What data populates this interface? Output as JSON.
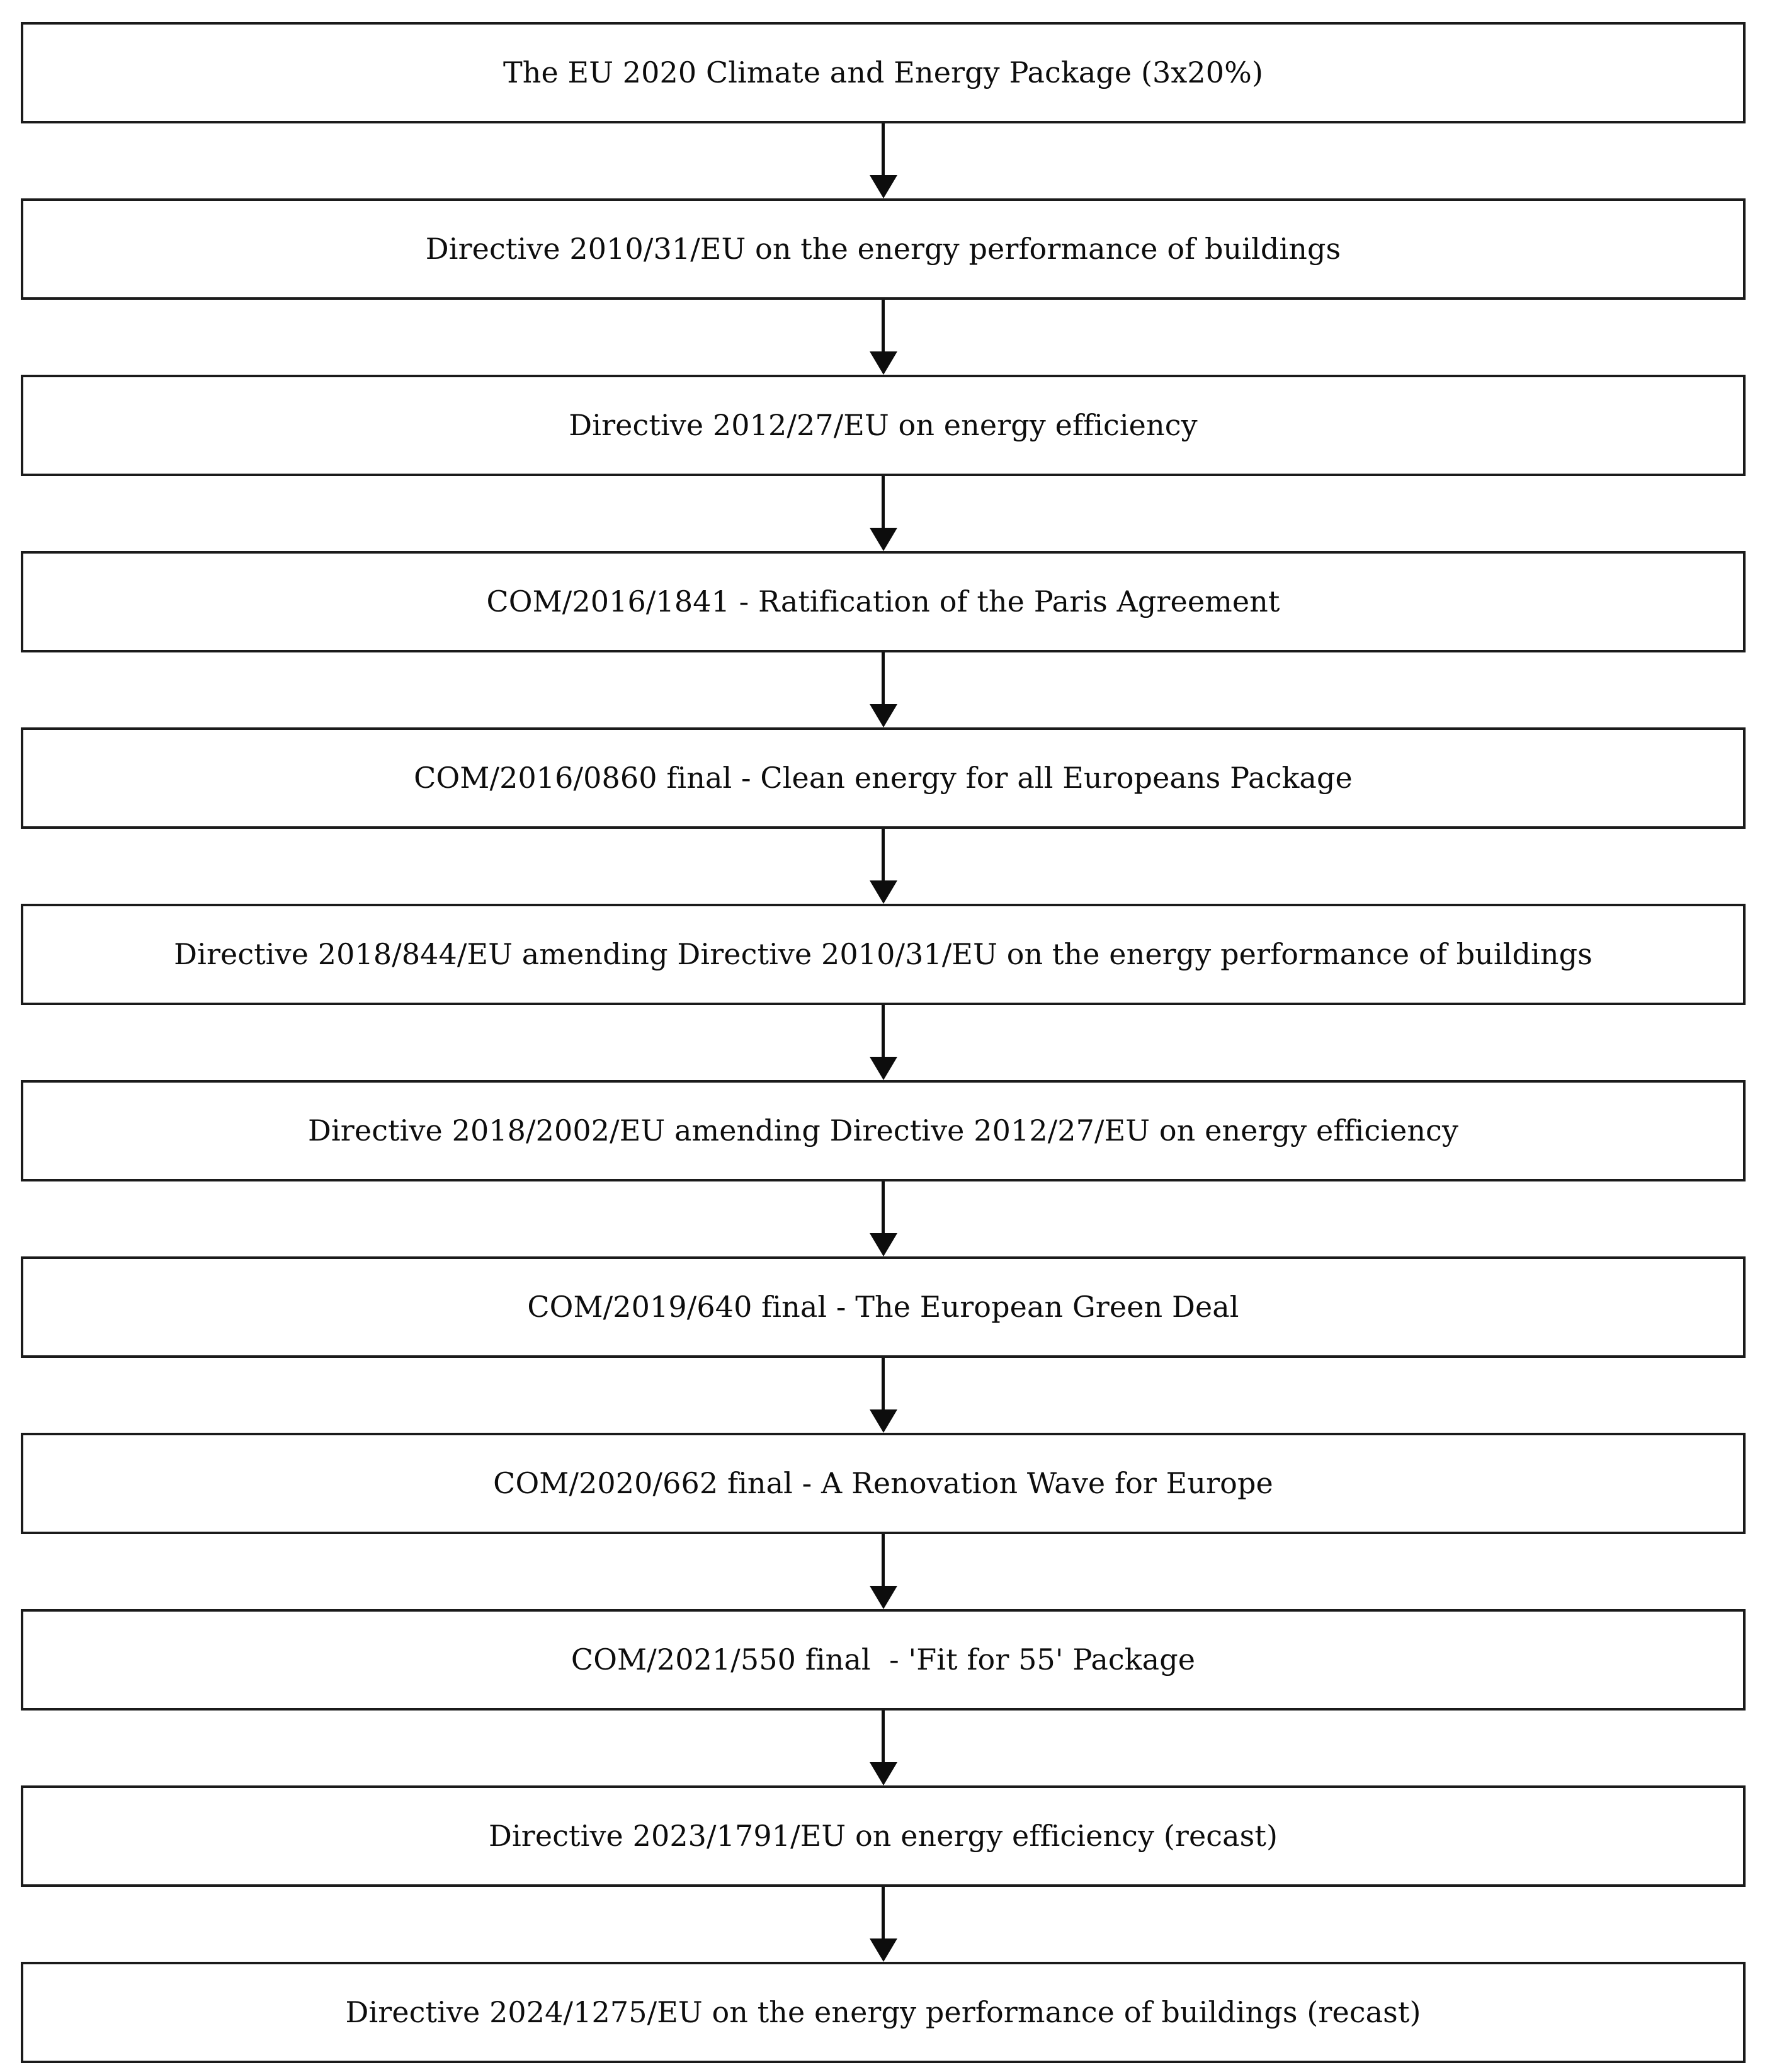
{
  "figure": {
    "type": "flowchart",
    "orientation": "vertical",
    "title": "EU climate and energy legislation timeline",
    "node_count": 12,
    "arrow_count": 11,
    "colors": {
      "box_border": "#1b1b1b",
      "box_fill": "#ffffff",
      "text": "#0d0d0d",
      "arrow": "#0d0d0d",
      "background": "#ffffff"
    }
  },
  "nodes": [
    {
      "id": "node-1",
      "label": "The EU 2020 Climate and Energy Package (3x20%)"
    },
    {
      "id": "node-2",
      "label": "Directive 2010/31/EU on the energy performance of buildings"
    },
    {
      "id": "node-3",
      "label": "Directive 2012/27/EU on energy efficiency"
    },
    {
      "id": "node-4",
      "label": "COM/2016/1841 - Ratification of the Paris Agreement"
    },
    {
      "id": "node-5",
      "label": "COM/2016/0860 final - Clean energy for all Europeans Package"
    },
    {
      "id": "node-6",
      "label": "Directive 2018/844/EU amending Directive 2010/31/EU on the energy performance of buildings"
    },
    {
      "id": "node-7",
      "label": "Directive 2018/2002/EU amending Directive 2012/27/EU on energy efficiency"
    },
    {
      "id": "node-8",
      "label": "COM/2019/640 final - The European Green Deal"
    },
    {
      "id": "node-9",
      "label": "COM/2020/662 final - A Renovation Wave for Europe"
    },
    {
      "id": "node-10",
      "label": "COM/2021/550 final  - 'Fit for 55' Package"
    },
    {
      "id": "node-11",
      "label": "Directive 2023/1791/EU on energy efficiency (recast)"
    },
    {
      "id": "node-12",
      "label": "Directive 2024/1275/EU on the energy performance of buildings (recast)"
    }
  ],
  "connectors": [
    {
      "id": "arrow-1",
      "from": "node-1",
      "to": "node-2",
      "icon": "arrow-down-icon"
    },
    {
      "id": "arrow-2",
      "from": "node-2",
      "to": "node-3",
      "icon": "arrow-down-icon"
    },
    {
      "id": "arrow-3",
      "from": "node-3",
      "to": "node-4",
      "icon": "arrow-down-icon"
    },
    {
      "id": "arrow-4",
      "from": "node-4",
      "to": "node-5",
      "icon": "arrow-down-icon"
    },
    {
      "id": "arrow-5",
      "from": "node-5",
      "to": "node-6",
      "icon": "arrow-down-icon"
    },
    {
      "id": "arrow-6",
      "from": "node-6",
      "to": "node-7",
      "icon": "arrow-down-icon"
    },
    {
      "id": "arrow-7",
      "from": "node-7",
      "to": "node-8",
      "icon": "arrow-down-icon"
    },
    {
      "id": "arrow-8",
      "from": "node-8",
      "to": "node-9",
      "icon": "arrow-down-icon"
    },
    {
      "id": "arrow-9",
      "from": "node-9",
      "to": "node-10",
      "icon": "arrow-down-icon"
    },
    {
      "id": "arrow-10",
      "from": "node-10",
      "to": "node-11",
      "icon": "arrow-down-icon"
    },
    {
      "id": "arrow-11",
      "from": "node-11",
      "to": "node-12",
      "icon": "arrow-down-icon"
    }
  ]
}
